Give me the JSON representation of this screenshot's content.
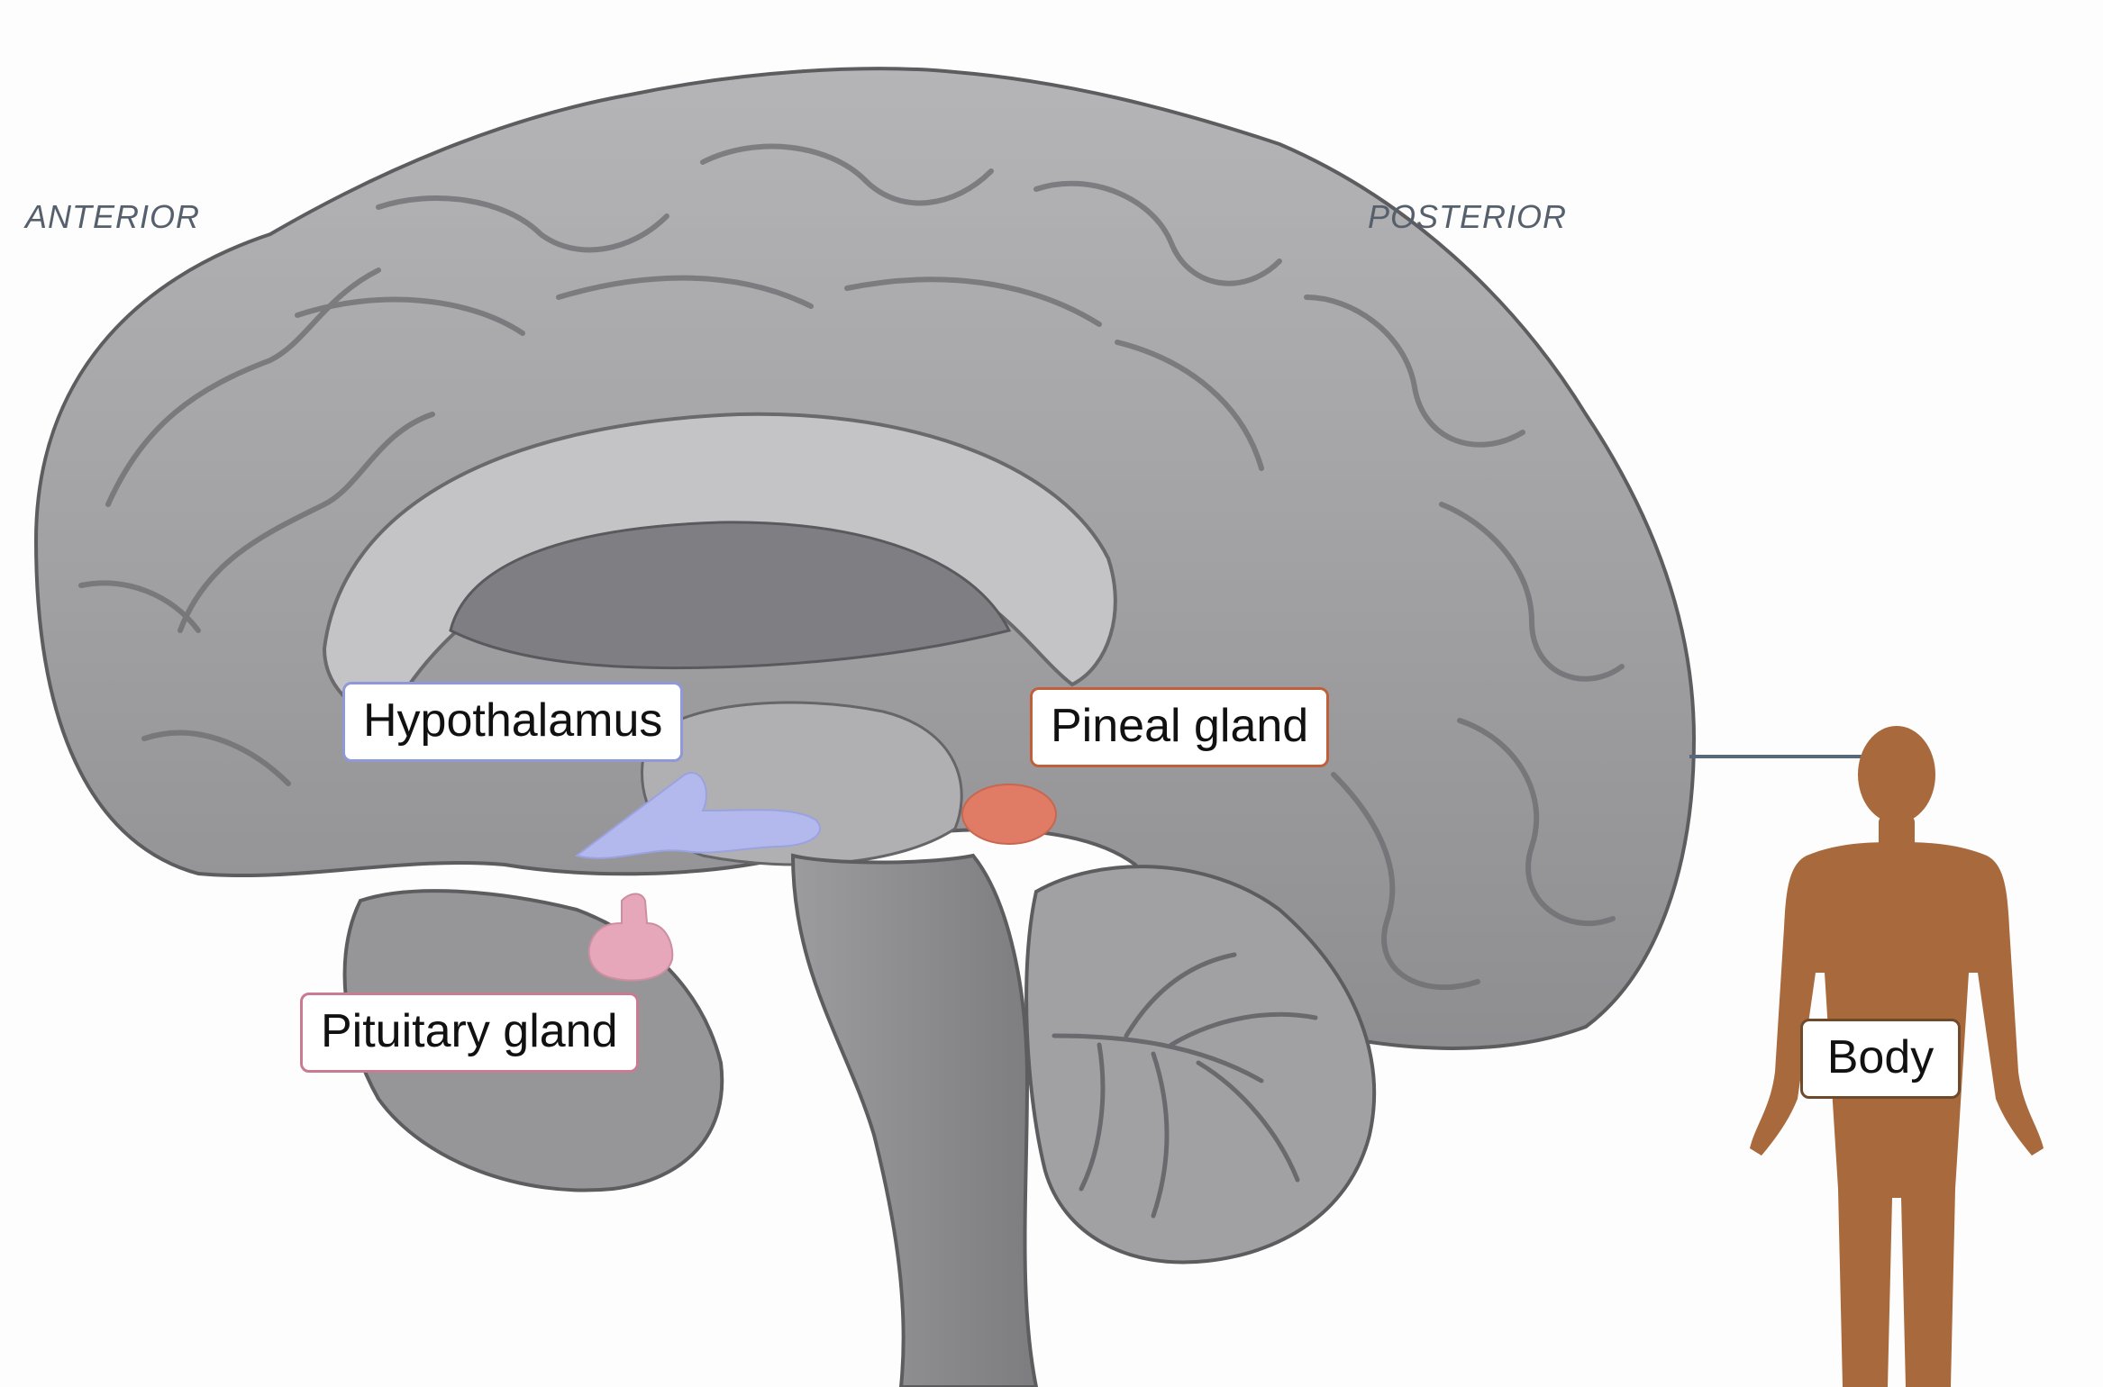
{
  "orientation": {
    "anterior": "ANTERIOR",
    "posterior": "POSTERIOR"
  },
  "labels": {
    "hypothalamus": "Hypothalamus",
    "pineal_gland": "Pineal gland",
    "pituitary_gland": "Pituitary gland",
    "body": "Body"
  },
  "colors": {
    "brain": "#a9a9ab",
    "brain_shadow": "#6f6f72",
    "hypothalamus": "#b3b9ec",
    "pineal_gland": "#e07b65",
    "pituitary_gland": "#e5a7b9",
    "body_figure": "#a8693c",
    "connector": "#56687a",
    "orientation_text": "#56606c"
  }
}
